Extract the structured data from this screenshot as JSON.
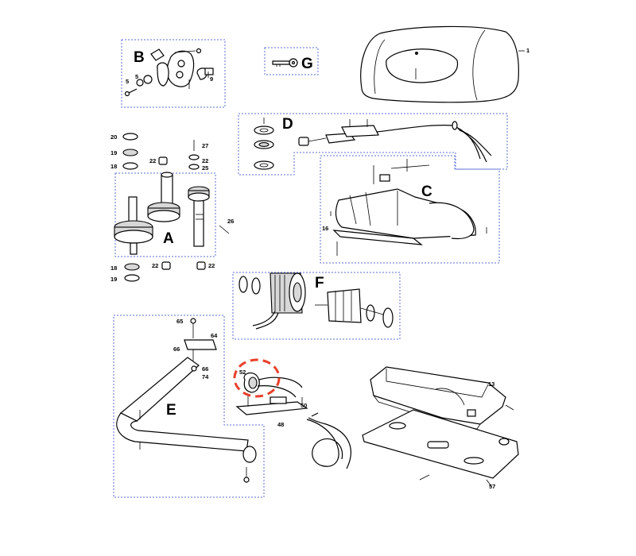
{
  "groups": [
    {
      "letter": "A"
    },
    {
      "letter": "B"
    },
    {
      "letter": "C"
    },
    {
      "letter": "D"
    },
    {
      "letter": "E"
    },
    {
      "letter": "F"
    },
    {
      "letter": "G"
    }
  ],
  "part_numbers": {
    "p1": "1",
    "p5a": "5",
    "p5b": "5",
    "p9": "9",
    "p20": "20",
    "p19a": "19",
    "p18a": "18",
    "p22a": "22",
    "p27": "27",
    "p22b": "22",
    "p25": "25",
    "p26": "26",
    "p18b": "18",
    "p19b": "19",
    "p22c": "22",
    "p22d": "22",
    "p16": "16",
    "p65": "65",
    "p64": "64",
    "p66a": "66",
    "p66b": "66",
    "p74": "74",
    "p52": "52",
    "p50": "50",
    "p48": "48",
    "p13": "13",
    "p57": "57"
  },
  "highlight": {
    "part": "52",
    "color": "#e8402a"
  }
}
